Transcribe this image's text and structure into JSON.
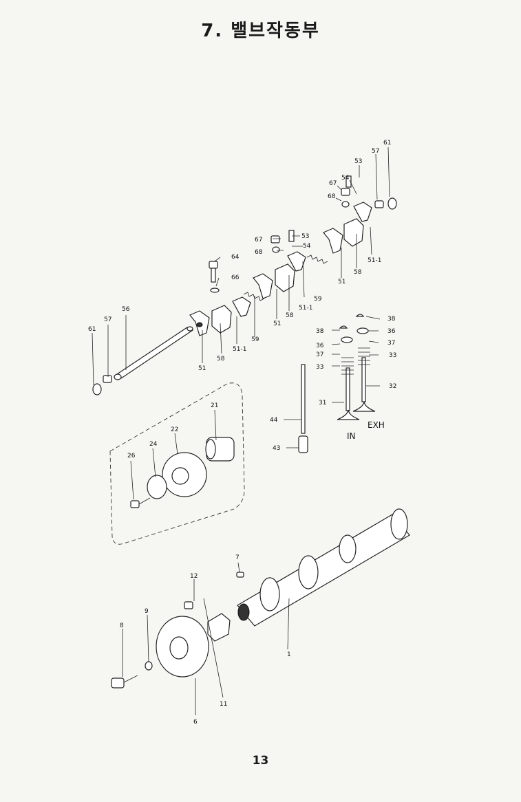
{
  "title": "7. 밸브작동부",
  "page_number": "13",
  "labels": [
    {
      "id": "61a",
      "text": "61"
    },
    {
      "id": "53a",
      "text": "53"
    },
    {
      "id": "57a",
      "text": "57"
    },
    {
      "id": "54a",
      "text": "54"
    },
    {
      "id": "67a",
      "text": "67"
    },
    {
      "id": "68a",
      "text": "68"
    },
    {
      "id": "51-1a",
      "text": "51-1"
    },
    {
      "id": "58a",
      "text": "58"
    },
    {
      "id": "51a",
      "text": "51"
    },
    {
      "id": "67b",
      "text": "67"
    },
    {
      "id": "53b",
      "text": "53"
    },
    {
      "id": "68b",
      "text": "68"
    },
    {
      "id": "54b",
      "text": "54"
    },
    {
      "id": "64",
      "text": "64"
    },
    {
      "id": "66",
      "text": "66"
    },
    {
      "id": "59a",
      "text": "59"
    },
    {
      "id": "51-1b",
      "text": "51-1"
    },
    {
      "id": "58b",
      "text": "58"
    },
    {
      "id": "51b",
      "text": "51"
    },
    {
      "id": "56",
      "text": "56"
    },
    {
      "id": "57b",
      "text": "57"
    },
    {
      "id": "61b",
      "text": "61"
    },
    {
      "id": "59b",
      "text": "59"
    },
    {
      "id": "51-1c",
      "text": "51-1"
    },
    {
      "id": "58c",
      "text": "58"
    },
    {
      "id": "51c",
      "text": "51"
    },
    {
      "id": "38a",
      "text": "38"
    },
    {
      "id": "36a",
      "text": "36"
    },
    {
      "id": "37a",
      "text": "37"
    },
    {
      "id": "33a",
      "text": "33"
    },
    {
      "id": "38b",
      "text": "38"
    },
    {
      "id": "36b",
      "text": "36"
    },
    {
      "id": "37b",
      "text": "37"
    },
    {
      "id": "33b",
      "text": "33"
    },
    {
      "id": "32",
      "text": "32"
    },
    {
      "id": "31",
      "text": "31"
    },
    {
      "id": "44",
      "text": "44"
    },
    {
      "id": "43",
      "text": "43"
    },
    {
      "id": "IN",
      "text": "IN"
    },
    {
      "id": "EXH",
      "text": "EXH"
    },
    {
      "id": "21",
      "text": "21"
    },
    {
      "id": "22",
      "text": "22"
    },
    {
      "id": "24",
      "text": "24"
    },
    {
      "id": "26",
      "text": "26"
    },
    {
      "id": "7",
      "text": "7"
    },
    {
      "id": "12",
      "text": "12"
    },
    {
      "id": "9",
      "text": "9"
    },
    {
      "id": "8",
      "text": "8"
    },
    {
      "id": "1",
      "text": "1"
    },
    {
      "id": "11",
      "text": "11"
    },
    {
      "id": "6",
      "text": "6"
    }
  ]
}
